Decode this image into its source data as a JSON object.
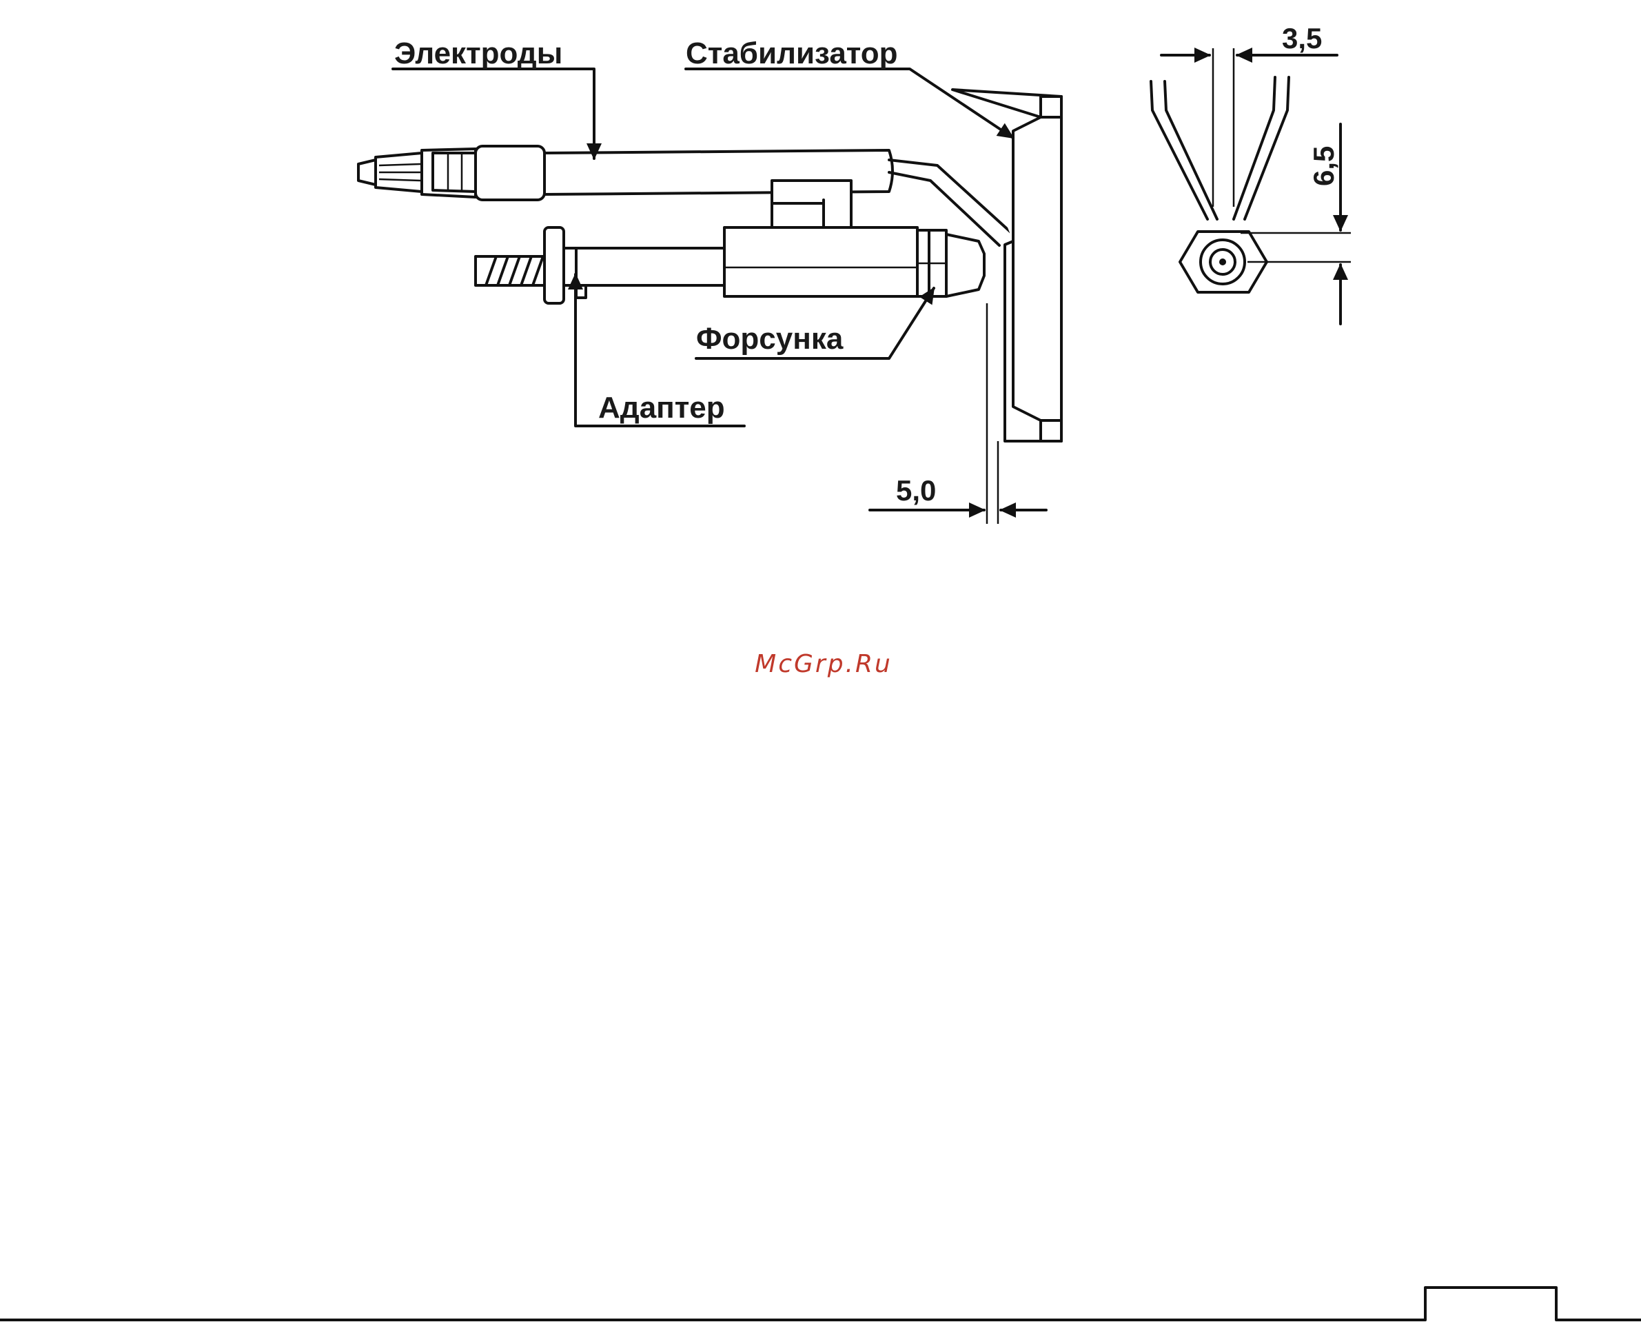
{
  "labels": {
    "electrodes": "Электроды",
    "stabilizer": "Стабилизатор",
    "nozzle": "Форсунка",
    "adapter": "Адаптер"
  },
  "dimensions": {
    "gap_bottom": "5,0",
    "gap_top": "3,5",
    "height_side": "6,5"
  },
  "watermark": "McGrp.Ru",
  "colors": {
    "line": "#111111",
    "watermark": "#c0392b",
    "background": "#ffffff"
  }
}
